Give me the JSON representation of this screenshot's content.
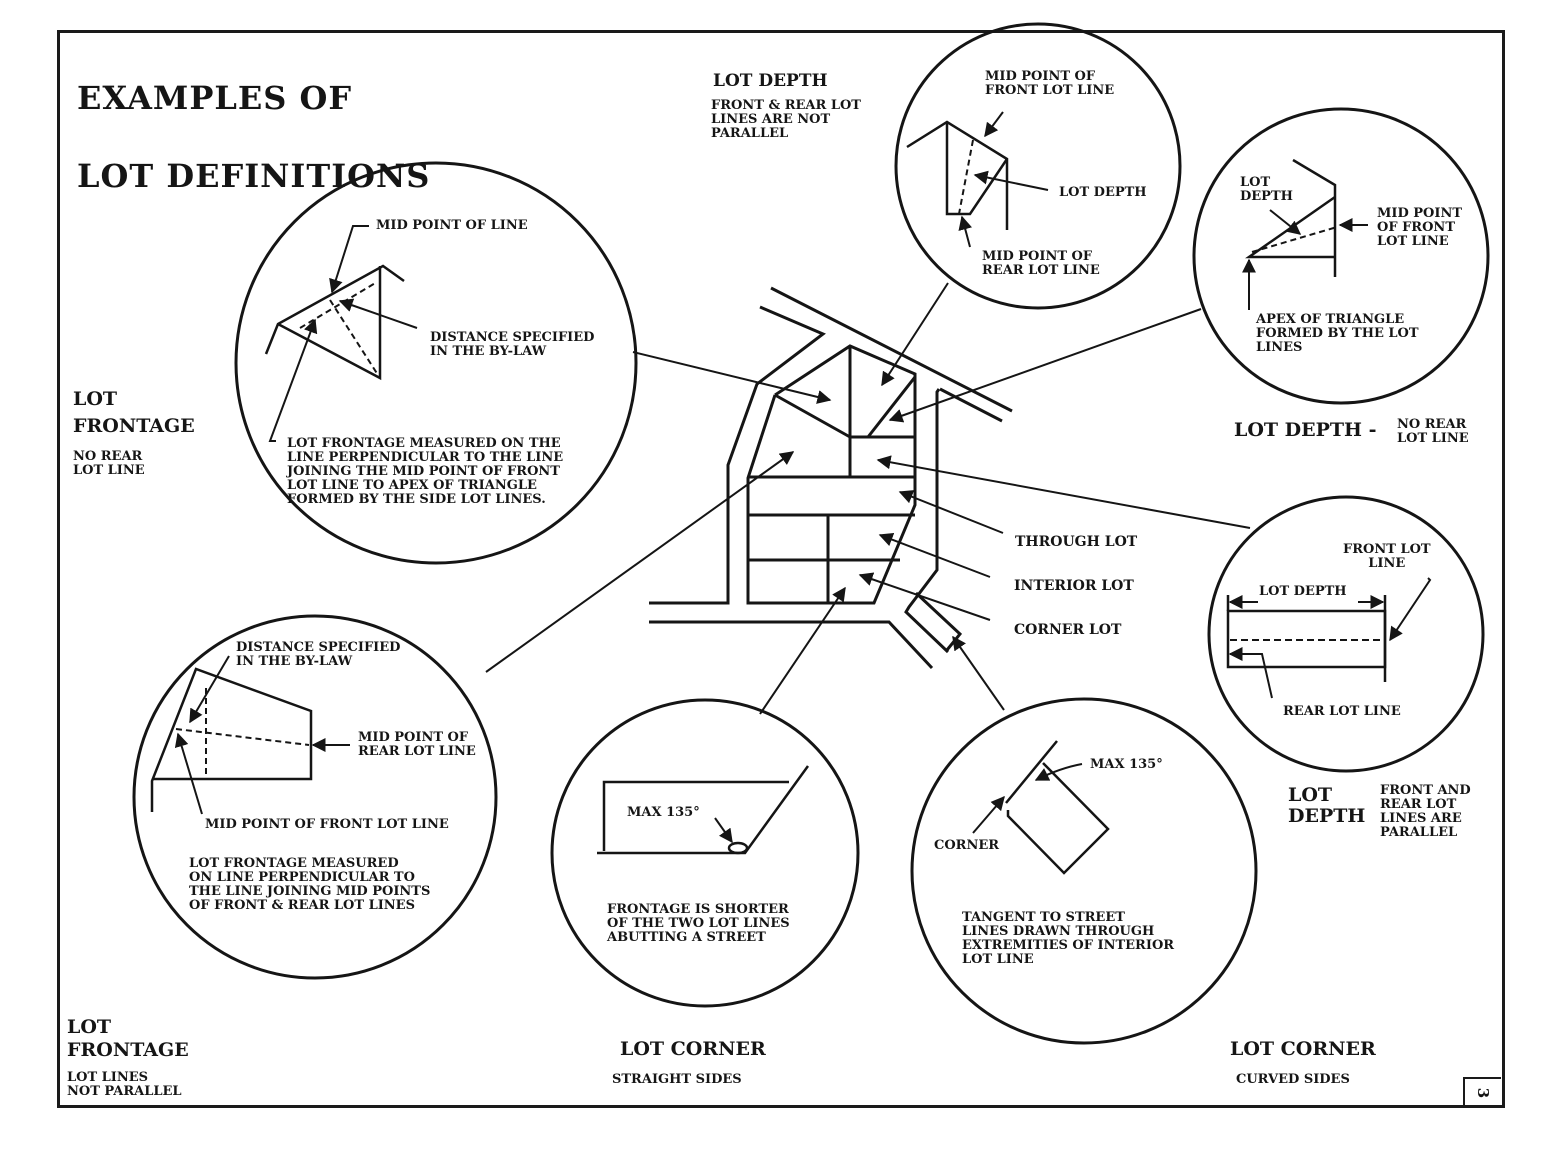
{
  "title": {
    "line1": "EXAMPLES OF",
    "line2": "LOT DEFINITIONS"
  },
  "page_number": "3",
  "central_plan": {
    "labels": {
      "through_lot": "THROUGH LOT",
      "interior_lot": "INTERIOR LOT",
      "corner_lot": "CORNER LOT"
    }
  },
  "panels": {
    "frontage_no_rear": {
      "heading1": "LOT",
      "heading2": "FRONTAGE",
      "subtitle": "NO REAR\nLOT LINE",
      "callouts": {
        "mid_point": "MID POINT OF LINE",
        "distance": "DISTANCE SPECIFIED\nIN THE BY-LAW",
        "description": "LOT FRONTAGE MEASURED ON THE\nLINE PERPENDICULAR TO THE LINE\nJOINING THE MID POINT OF FRONT\nLOT LINE TO APEX OF TRIANGLE\nFORMED BY THE SIDE LOT LINES."
      }
    },
    "depth_not_parallel": {
      "heading": "LOT DEPTH",
      "subtitle": "FRONT & REAR LOT\nLINES ARE NOT\nPARALLEL",
      "callouts": {
        "front_mid": "MID POINT OF\nFRONT LOT LINE",
        "lot_depth": "LOT DEPTH",
        "rear_mid": "MID POINT OF\nREAR LOT LINE"
      }
    },
    "depth_no_rear": {
      "heading": "LOT DEPTH -",
      "subtitle": "NO REAR\nLOT LINE",
      "callouts": {
        "lot_depth": "LOT\nDEPTH",
        "front_mid": "MID POINT\nOF FRONT\nLOT LINE",
        "apex": "APEX OF TRIANGLE\nFORMED BY THE LOT\nLINES"
      }
    },
    "depth_parallel": {
      "heading1": "LOT",
      "heading2": "DEPTH",
      "subtitle": "FRONT AND\nREAR LOT\nLINES ARE\nPARALLEL",
      "callouts": {
        "front": "FRONT LOT\nLINE",
        "lot_depth": "LOT DEPTH",
        "rear": "REAR LOT LINE"
      }
    },
    "frontage_not_parallel": {
      "heading1": "LOT",
      "heading2": "FRONTAGE",
      "subtitle": "LOT LINES\nNOT PARALLEL",
      "callouts": {
        "distance": "DISTANCE SPECIFIED\nIN THE BY-LAW",
        "rear_mid": "MID POINT OF\nREAR LOT LINE",
        "front_mid": "MID POINT OF FRONT LOT LINE",
        "description": "LOT FRONTAGE MEASURED\nON LINE PERPENDICULAR TO\nTHE LINE JOINING MID POINTS\nOF FRONT & REAR LOT LINES"
      }
    },
    "corner_straight": {
      "heading": "LOT CORNER",
      "subtitle": "STRAIGHT SIDES",
      "callouts": {
        "max_angle": "MAX 135°",
        "description": "FRONTAGE IS SHORTER\nOF THE TWO LOT LINES\nABUTTING A STREET"
      }
    },
    "corner_curved": {
      "heading": "LOT CORNER",
      "subtitle": "CURVED SIDES",
      "callouts": {
        "max_angle": "MAX 135°",
        "corner": "CORNER",
        "description": "TANGENT TO STREET\nLINES DRAWN THROUGH\nEXTREMITIES OF INTERIOR\nLOT LINE"
      }
    }
  }
}
